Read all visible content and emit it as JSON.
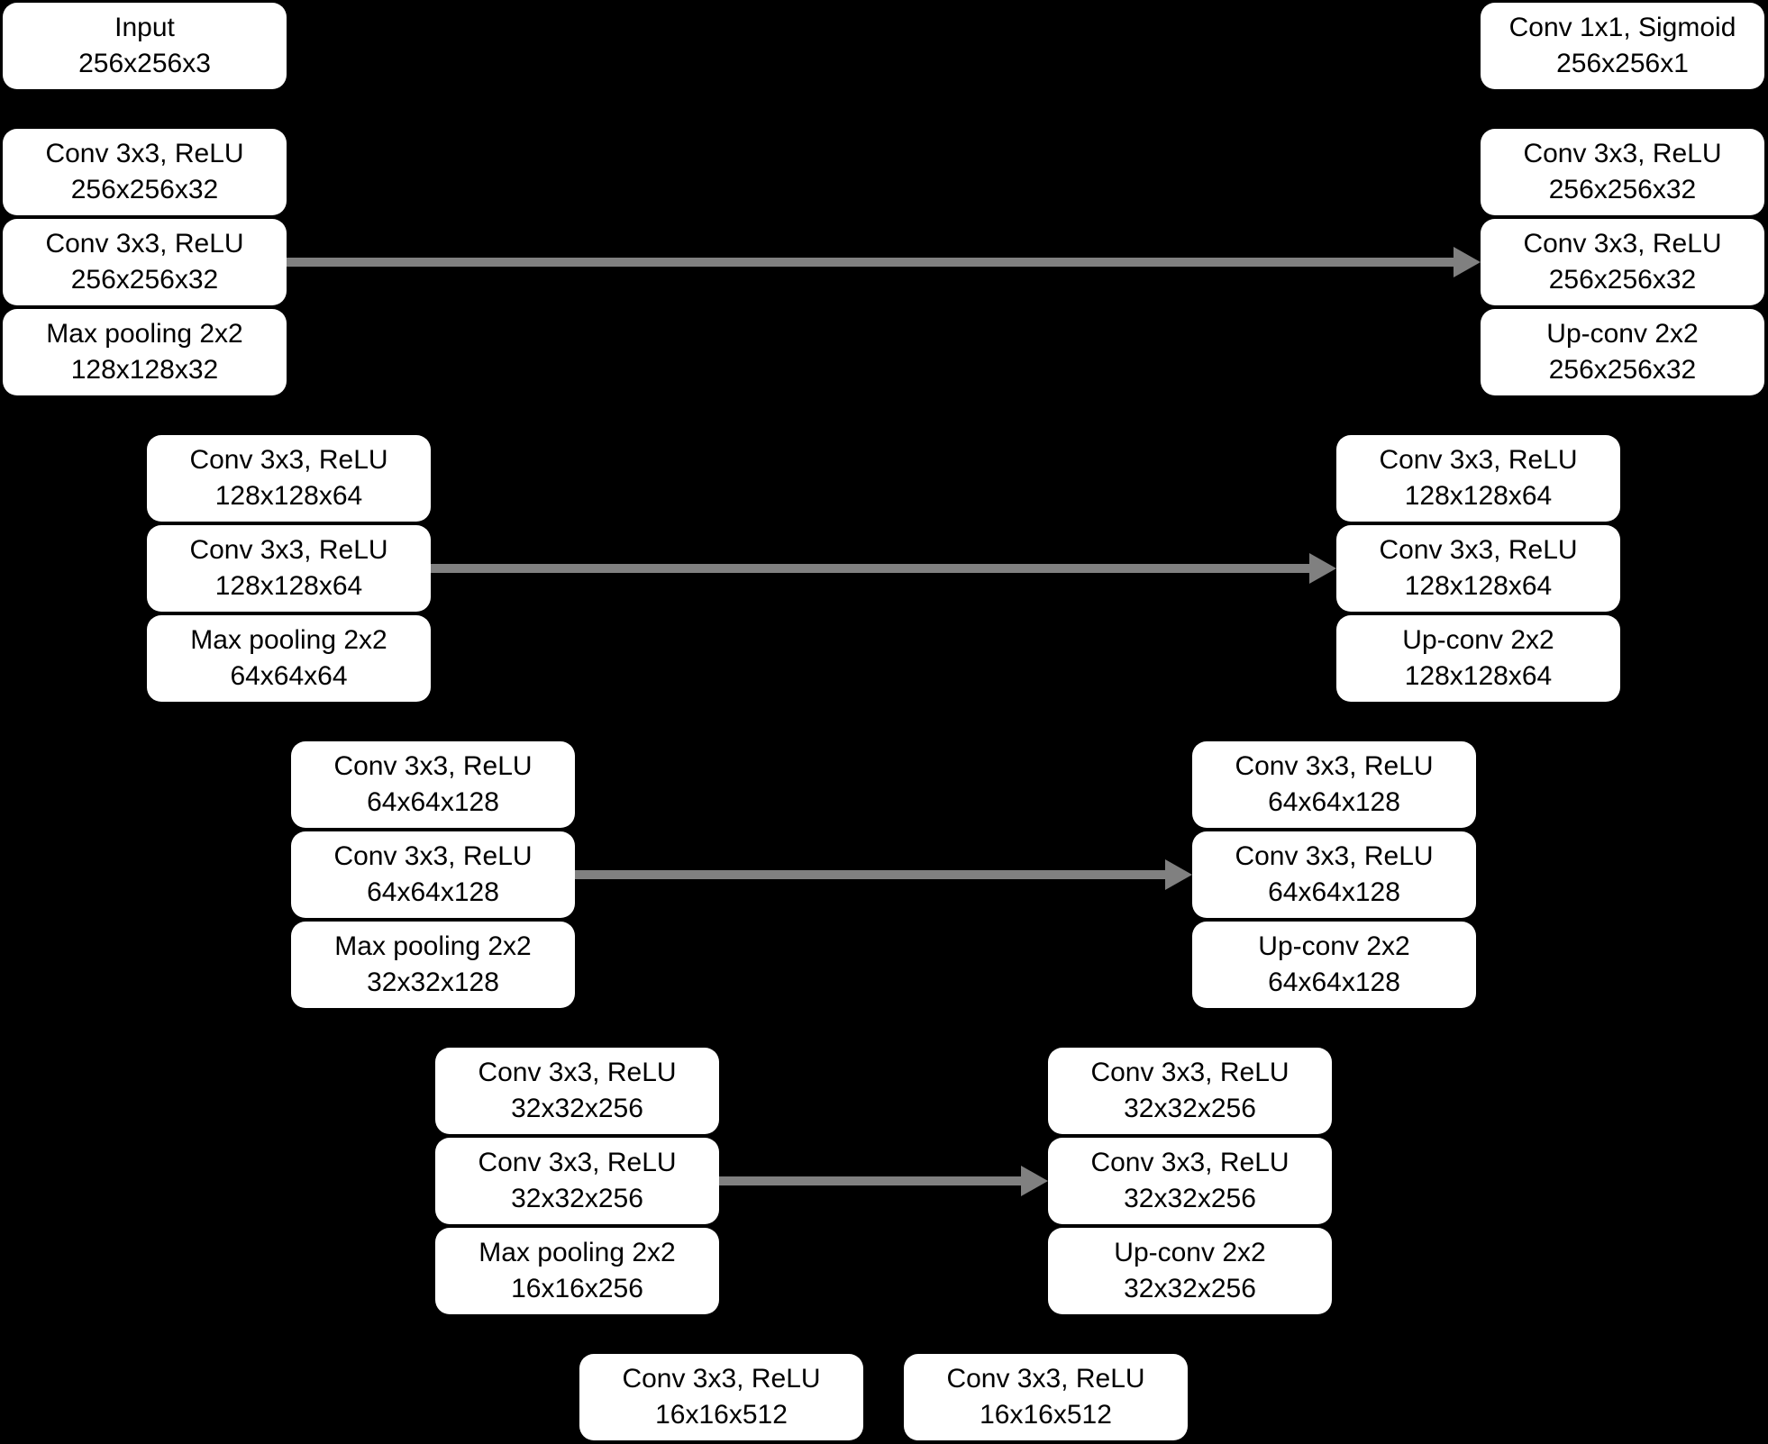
{
  "colors": {
    "background": "#000000",
    "node_fill": "#ffffff",
    "node_text": "#000000",
    "arrow": "#808080"
  },
  "nodes": {
    "input": {
      "line1": "Input",
      "line2": "256x256x3"
    },
    "enc1_conv1": {
      "line1": "Conv 3x3, ReLU",
      "line2": "256x256x32"
    },
    "enc1_conv2": {
      "line1": "Conv 3x3, ReLU",
      "line2": "256x256x32"
    },
    "enc1_pool": {
      "line1": "Max pooling 2x2",
      "line2": "128x128x32"
    },
    "enc2_conv1": {
      "line1": "Conv 3x3, ReLU",
      "line2": "128x128x64"
    },
    "enc2_conv2": {
      "line1": "Conv 3x3, ReLU",
      "line2": "128x128x64"
    },
    "enc2_pool": {
      "line1": "Max pooling 2x2",
      "line2": "64x64x64"
    },
    "enc3_conv1": {
      "line1": "Conv 3x3, ReLU",
      "line2": "64x64x128"
    },
    "enc3_conv2": {
      "line1": "Conv 3x3, ReLU",
      "line2": "64x64x128"
    },
    "enc3_pool": {
      "line1": "Max pooling 2x2",
      "line2": "32x32x128"
    },
    "enc4_conv1": {
      "line1": "Conv 3x3, ReLU",
      "line2": "32x32x256"
    },
    "enc4_conv2": {
      "line1": "Conv 3x3, ReLU",
      "line2": "32x32x256"
    },
    "enc4_pool": {
      "line1": "Max pooling 2x2",
      "line2": "16x16x256"
    },
    "bottleneck_conv1": {
      "line1": "Conv 3x3, ReLU",
      "line2": "16x16x512"
    },
    "bottleneck_conv2": {
      "line1": "Conv 3x3, ReLU",
      "line2": "16x16x512"
    },
    "dec4_conv1": {
      "line1": "Conv 3x3, ReLU",
      "line2": "32x32x256"
    },
    "dec4_conv2": {
      "line1": "Conv 3x3, ReLU",
      "line2": "32x32x256"
    },
    "dec4_up": {
      "line1": "Up-conv 2x2",
      "line2": "32x32x256"
    },
    "dec3_conv1": {
      "line1": "Conv 3x3, ReLU",
      "line2": "64x64x128"
    },
    "dec3_conv2": {
      "line1": "Conv 3x3, ReLU",
      "line2": "64x64x128"
    },
    "dec3_up": {
      "line1": "Up-conv 2x2",
      "line2": "64x64x128"
    },
    "dec2_conv1": {
      "line1": "Conv 3x3, ReLU",
      "line2": "128x128x64"
    },
    "dec2_conv2": {
      "line1": "Conv 3x3, ReLU",
      "line2": "128x128x64"
    },
    "dec2_up": {
      "line1": "Up-conv 2x2",
      "line2": "128x128x64"
    },
    "out_conv": {
      "line1": "Conv 1x1, Sigmoid",
      "line2": "256x256x1"
    },
    "dec1_conv1": {
      "line1": "Conv 3x3, ReLU",
      "line2": "256x256x32"
    },
    "dec1_conv2": {
      "line1": "Conv 3x3, ReLU",
      "line2": "256x256x32"
    },
    "dec1_up": {
      "line1": "Up-conv 2x2",
      "line2": "256x256x32"
    }
  }
}
